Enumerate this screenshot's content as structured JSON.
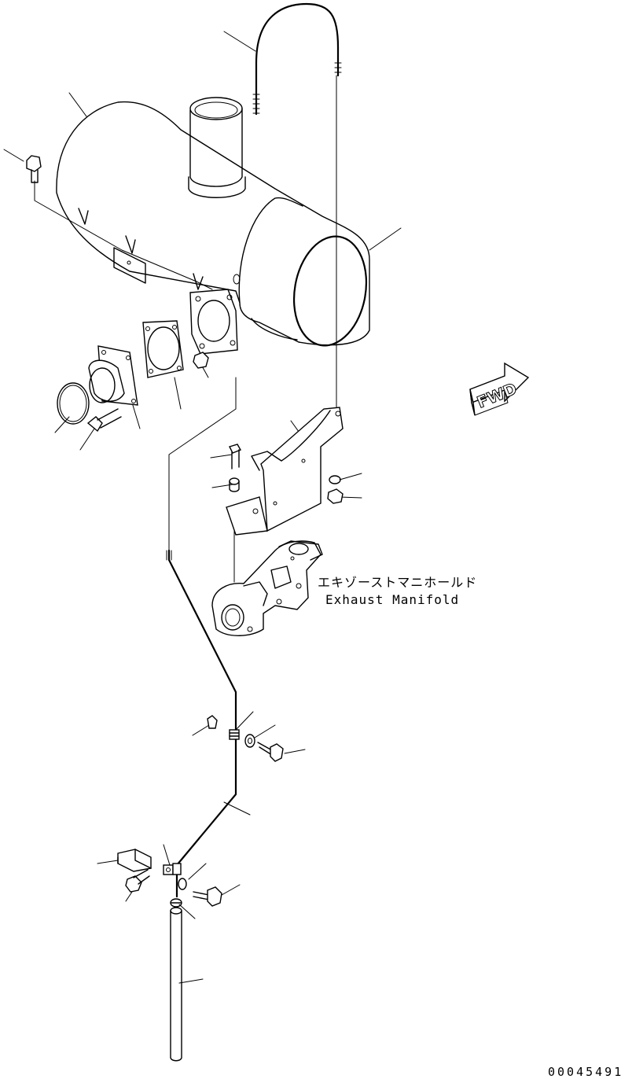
{
  "labels": {
    "jp_name": "エキゾーストマニホールド",
    "en_name": "Exhaust Manifold",
    "fwd": "FWD",
    "doc_number": "00045491"
  },
  "icons": {
    "direction_arrow": "fwd-arrow-icon"
  }
}
